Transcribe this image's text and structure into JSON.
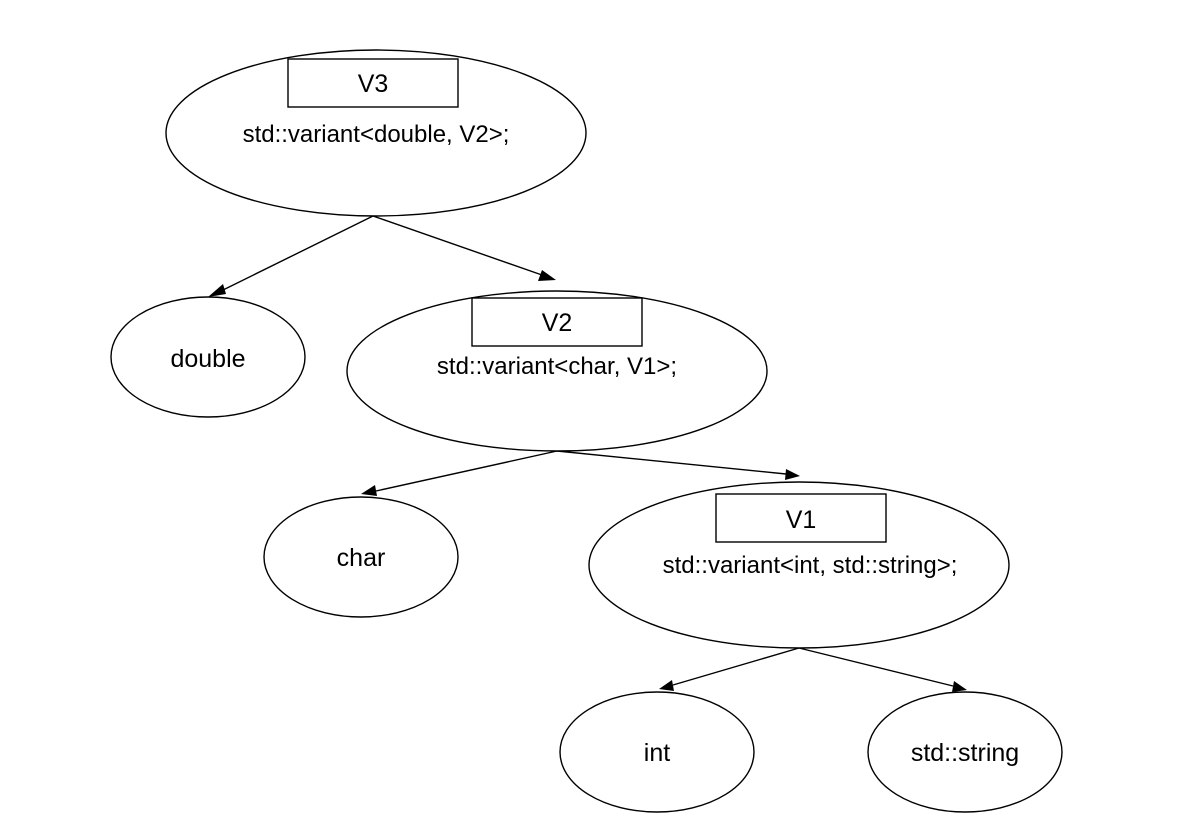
{
  "nodes": {
    "v3": {
      "name": "V3",
      "type": "std::variant<double, V2>;"
    },
    "double": {
      "label": "double"
    },
    "v2": {
      "name": "V2",
      "type": "std::variant<char, V1>;"
    },
    "char": {
      "label": "char"
    },
    "v1": {
      "name": "V1",
      "type": "std::variant<int, std::string>;"
    },
    "int": {
      "label": "int"
    },
    "string": {
      "label": "std::string"
    }
  },
  "colors": {
    "stroke": "#000000",
    "background": "#ffffff"
  }
}
